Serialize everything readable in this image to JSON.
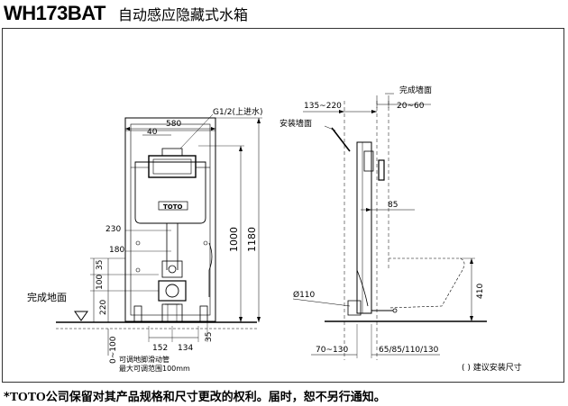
{
  "header": {
    "model": "WH173BAT",
    "name": "自动感应隐藏式水箱"
  },
  "front_view": {
    "inlet_label": "G1/2(上进水)",
    "dim_width": "580",
    "dim_40": "40",
    "dim_230": "230",
    "dim_180": "180",
    "dim_35_left": "35",
    "dim_100": "100",
    "dim_220": "220",
    "dim_1000": "1000",
    "dim_1180": "1180",
    "dim_152": "152",
    "dim_134": "134",
    "dim_35_bottom": "35",
    "dim_0_100": "0~100",
    "floor_label": "完成地面",
    "tank_brand": "TOTO",
    "note_line1": "可调地脚滑动管",
    "note_line2": "最大可调范围100mm"
  },
  "side_view": {
    "finished_wall": "完成墙面",
    "install_wall": "安装墙面",
    "dim_135_220": "135~220",
    "dim_20_60": "20~60",
    "dim_85": "85",
    "dim_110": "Ø110",
    "dim_410": "410",
    "dim_70_130": "70~130",
    "dim_65_130": "65/85/110/130",
    "legend": "( ) 建议安装尺寸"
  },
  "footer": {
    "asterisk": "*",
    "brand": "TOTO",
    "text": "公司保留对其产品规格和尺寸更改的权利。届时，恕不另行通知。"
  }
}
